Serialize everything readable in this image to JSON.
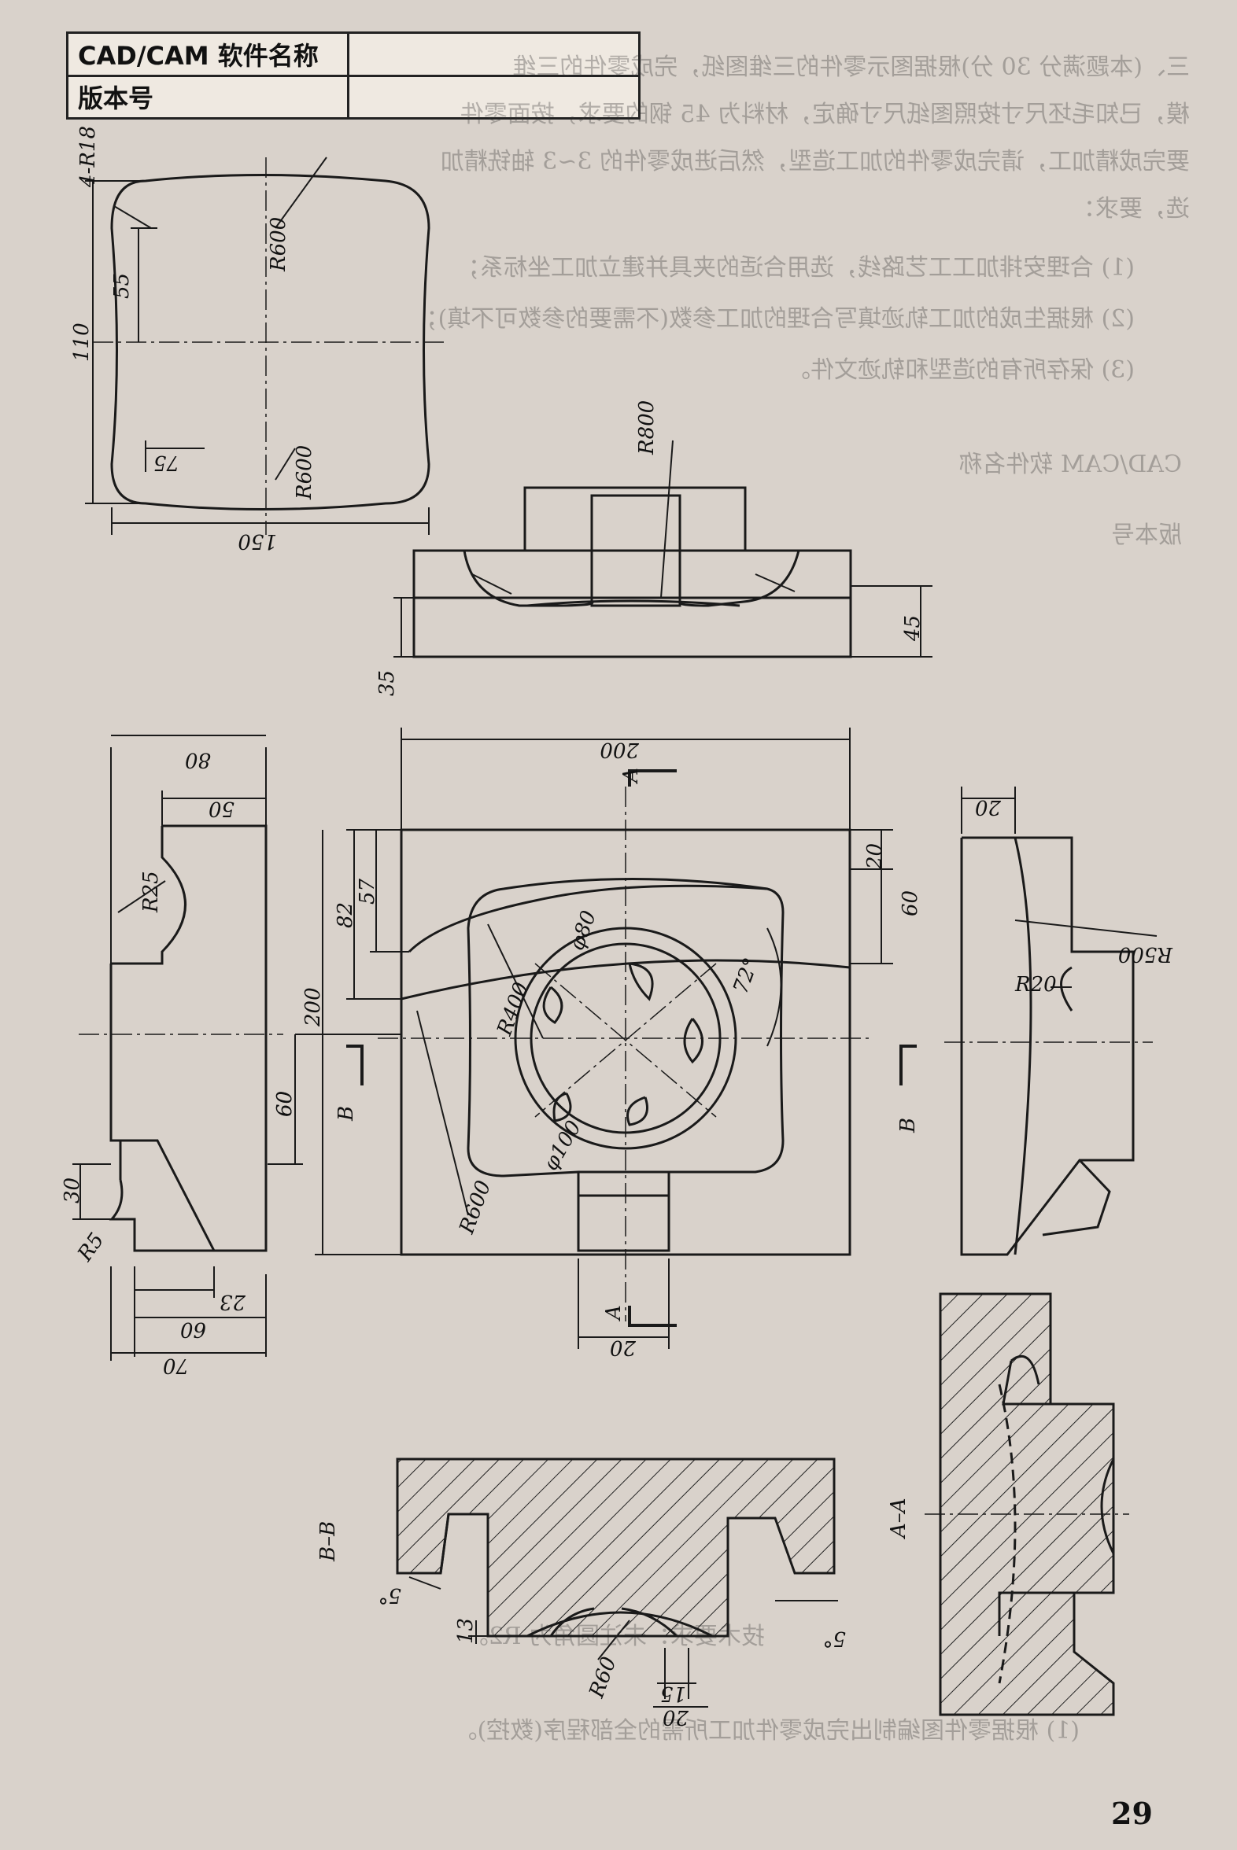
{
  "info_table": {
    "software_label": "CAD/CAM 软件名称",
    "version_label": "版本号",
    "software_value": "",
    "version_value": ""
  },
  "bleed_text": {
    "line1": "三、(本题满分 30 分)根据图示零件的三维图纸，完成零件的三维",
    "line2": "模，已知毛坯尺寸按照图纸尺寸确定，材料为 45 钢的要求，按面零件",
    "line3": "要完成精加工，请完成零件的加工造型，然后进成零件的 3~3 轴铣精加",
    "line4": "选，要求：",
    "item1": "(1) 合理安排加工工艺路线，选用合适的夹具并建立加工坐标系；",
    "item2": "(2) 根据生成的加工轨迹填写合理的加工参数(不需要的参数可不填)；",
    "item3": "(3) 保存所有的造型和轨迹文件。",
    "table_label1": "CAD/CAM 软件名称",
    "table_label2": "版本号",
    "bottom_note": "技术要求：未注圆角为 R2。",
    "bottom_line": "(1) 根据零件图编制出完成零件加工所需的全部程序(数控)。"
  },
  "top_view": {
    "radius_corner": "4-R18",
    "r_top": "R600",
    "r_bottom": "R600",
    "dim_55": "55",
    "dim_110": "110",
    "dim_75": "75",
    "dim_150": "150"
  },
  "front_view": {
    "r800": "R800",
    "dim_35": "35",
    "dim_45": "45"
  },
  "left_view": {
    "dim_80": "80",
    "dim_50": "50",
    "r25": "R25",
    "dim_60": "60",
    "dim_30": "30",
    "r5": "R5",
    "dim_23": "23",
    "dim_60b": "60",
    "dim_70": "70"
  },
  "main_view": {
    "dim_200_top": "200",
    "dim_200_left": "200",
    "section_a": "A",
    "section_b": "B",
    "dim_20_right": "20",
    "dim_60_right": "60",
    "dim_82": "82",
    "dim_57": "57",
    "dim_60_left": "60",
    "phi80": "φ80",
    "phi100": "φ100",
    "r400": "R400",
    "r600": "R600",
    "angle72": "72°",
    "dim_20_bottom": "20"
  },
  "right_view": {
    "dim_20": "20",
    "r500": "R500",
    "r20": "R20"
  },
  "section_bb": {
    "label": "B–B",
    "angle_left": "5°",
    "angle_right": "5°",
    "dim_13": "13",
    "r60": "R60",
    "dim_15": "15",
    "dim_20": "20"
  },
  "section_aa": {
    "label": "A–A"
  },
  "page_number": "29"
}
